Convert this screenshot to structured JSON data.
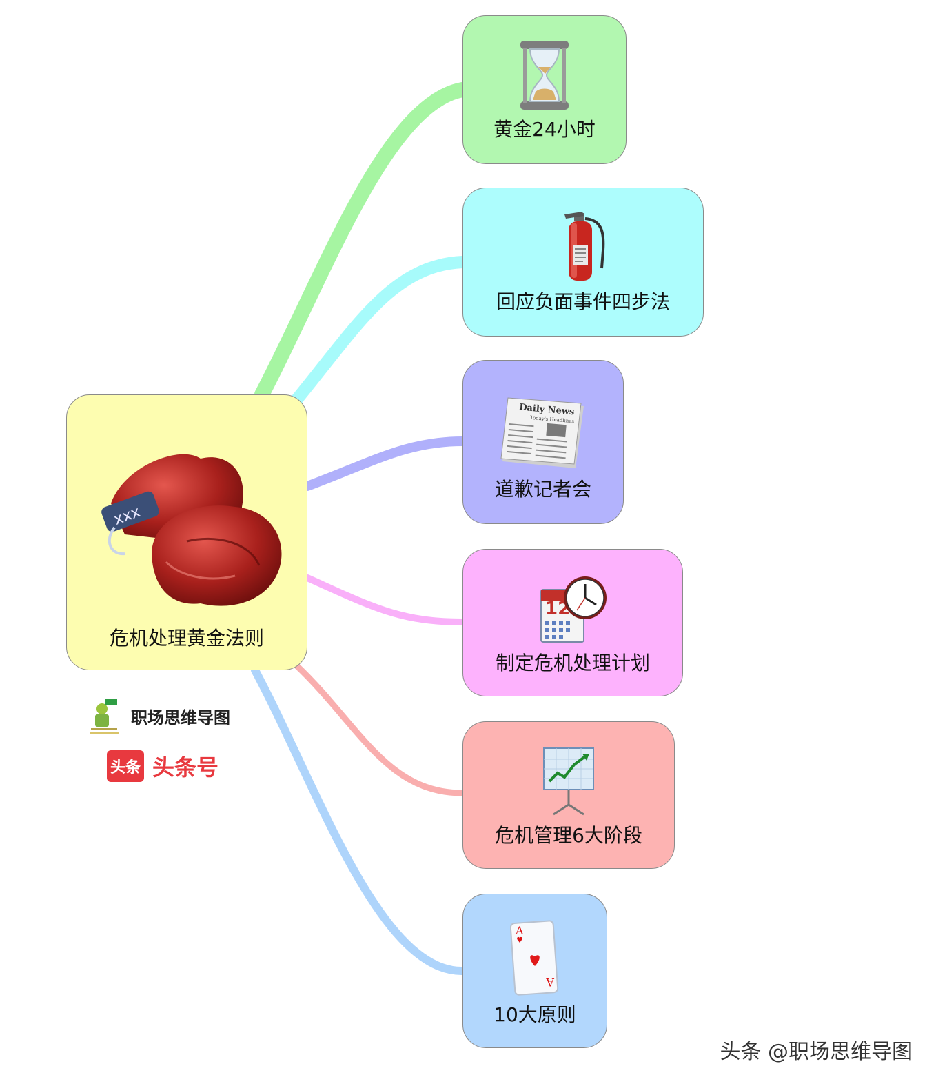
{
  "root": {
    "label": "危机处理黄金法则",
    "icon": "boxing-gloves-icon"
  },
  "branches": [
    {
      "label": "黄金24小时",
      "icon": "hourglass-icon",
      "color": "#b2f7b0",
      "line_color": "#a6f5a2"
    },
    {
      "label": "回应负面事件四步法",
      "icon": "fire-extinguisher-icon",
      "color": "#adfdfd",
      "line_color": "#a7fbfb"
    },
    {
      "label": "道歉记者会",
      "icon": "newspaper-icon",
      "color": "#b3b3fd",
      "line_color": "#b0b0fb",
      "newspaper_title": "Daily News",
      "newspaper_sub": "Today's Headlines"
    },
    {
      "label": "制定危机处理计划",
      "icon": "calendar-clock-icon",
      "color": "#fdb2fd",
      "line_color": "#f9b0f9",
      "calendar_day": "12"
    },
    {
      "label": "危机管理6大阶段",
      "icon": "chart-board-icon",
      "color": "#fdb3b2",
      "line_color": "#f9aeae"
    },
    {
      "label": "10大原则",
      "icon": "ace-of-hearts-icon",
      "color": "#b2d7fd",
      "line_color": "#aed4fb",
      "card_rank": "A"
    }
  ],
  "brand": {
    "name": "职场思维导图",
    "toutiao_box": "头条",
    "toutiao_text": "头条号"
  },
  "watermark": "头条 @职场思维导图"
}
